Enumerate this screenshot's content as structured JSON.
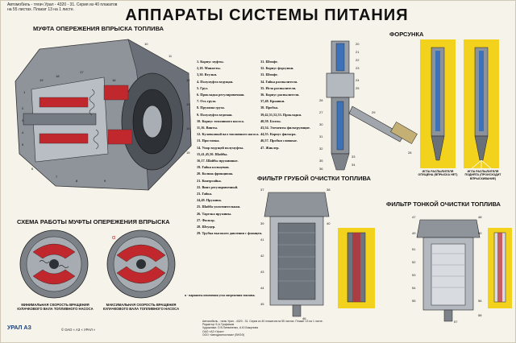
{
  "header": {
    "title": "АППАРАТЫ СИСТЕМЫ ПИТАНИЯ",
    "subtitle_lines": [
      "Автомобиль - тягач Урал - 4320 - 31. Серия из 40 плакатов на 55 листах. Плакат 13 на 1 листе."
    ]
  },
  "sections": {
    "coupling_title": "МУФТА ОПЕРЕЖЕНИЯ ВПРЫСКА ТОПЛИВА",
    "coupling_scheme_title": "СХЕМА РАБОТЫ МУФТЫ ОПЕРЕЖЕНИЯ ВПРЫСКА",
    "injector_title": "ФОРСУНКА",
    "coarse_filter_title": "ФИЛЬТР ГРУБОЙ ОЧИСТКИ ТОПЛИВА",
    "fine_filter_title": "ФИЛЬТР ТОНКОЙ ОЧИСТКИ ТОПЛИВА"
  },
  "legend_left": [
    "1. Корпус муфты.",
    "2,18. Манжеты.",
    "3,30. Втулки.",
    "4. Полумуфта ведущая.",
    "5. Груз.",
    "6. Прокладка регулировочная.",
    "7. Ось груза.",
    "8. Пружина груза.",
    "9. Полумуфта ведомая.",
    "10. Корпус топливного насоса.",
    "11,16. Винты.",
    "12. Кулачковый вал топливного насоса.",
    "13. Проставка.",
    "14. Упор ведущей полумуфты.",
    "15,41,45,50. Шайбы.",
    "16,17. Шайбы пружинные.",
    "19. Гайка кольцевая.",
    "20. Колпак фрикциона.",
    "21. Контргайка.",
    "22. Винт регулировочный.",
    "23. Гайка.",
    "24,49. Пружина.",
    "25. Шайба уплотнительная.",
    "26. Тарелка пружины.",
    "27. Фильтр.",
    "28. Штуцер.",
    "29. Трубка высокого давления с фланцем."
  ],
  "legend_right": [
    "31. Штифт.",
    "32. Корпус форсунки.",
    "33. Штифт.",
    "34. Гайка распылителя.",
    "35. Игла распылителя.",
    "36. Корпус распылителя.",
    "37,48. Крышки.",
    "38. Пробка.",
    "39,42,51,52,53. Прокладки.",
    "40,58. Болты.",
    "43,54. Элементы фильтрующие.",
    "44,55. Корпус фильтра.",
    "46,57. Пробки сливные.",
    "47. Жиклер."
  ],
  "legend_note": "α - варианты изменения угла опережения топлива.",
  "captions": {
    "min_speed": "МИНИМАЛЬНАЯ СКОРОСТЬ ВРАЩЕНИЯ КУЛАЧКОВОГО ВАЛА ТОПЛИВНОГО НАСОСА",
    "max_speed": "МАКСИМАЛЬНАЯ СКОРОСТЬ ВРАЩЕНИЯ КУЛАЧКОВОГО ВАЛА ТОПЛИВНОГО НАСОСА",
    "needle_closed": "ИГЛА РАСПЫЛИТЕЛЯ ОПУЩЕНА (ВПРЫСКА НЕТ)",
    "needle_open": "ИГЛА РАСПЫЛИТЕЛЯ ПОДНЯТА (ПРОИСХОДИТ ВПРЫСКИВАНИЕ)"
  },
  "footer": {
    "logo": "УРАЛ АЗ",
    "copyright": "© ОАО « АЗ « УРАЛ »",
    "credits": [
      "Автомобиль - тягач Урал - 4320 - 31. Серия из 40 плакатов на 55 листах. Плакат 13 на 1 листе.",
      "Редактор: Б.А.Трофимов",
      "Художники: О.В.Литвиненко, А.Ю.Бажунова",
      "ОАО «АЗ «Урал»",
      "ООО «Автодиагностика» (ВНЭЭ)"
    ]
  },
  "callouts": {
    "coupling": [
      "1",
      "2",
      "3",
      "4",
      "5",
      "6",
      "7",
      "8",
      "9",
      "10",
      "11",
      "12",
      "13",
      "14",
      "15",
      "16",
      "17",
      "18",
      "19"
    ],
    "injector": [
      "20",
      "21",
      "22",
      "23",
      "24",
      "25",
      "26",
      "27",
      "28",
      "29",
      "30",
      "31",
      "32",
      "33",
      "34",
      "35",
      "36"
    ],
    "coarse": [
      "37",
      "38",
      "39",
      "40",
      "41",
      "42",
      "43",
      "44",
      "45",
      "46"
    ],
    "fine": [
      "47",
      "48",
      "49",
      "50",
      "51",
      "52",
      "53",
      "54",
      "55",
      "56",
      "57",
      "58"
    ],
    "alpha": "α"
  },
  "colors": {
    "accent_red": "#c0282d",
    "metal": "#9aa0a8",
    "highlight_yellow": "#f2d21c",
    "fuel_blue": "#3e72b8"
  }
}
